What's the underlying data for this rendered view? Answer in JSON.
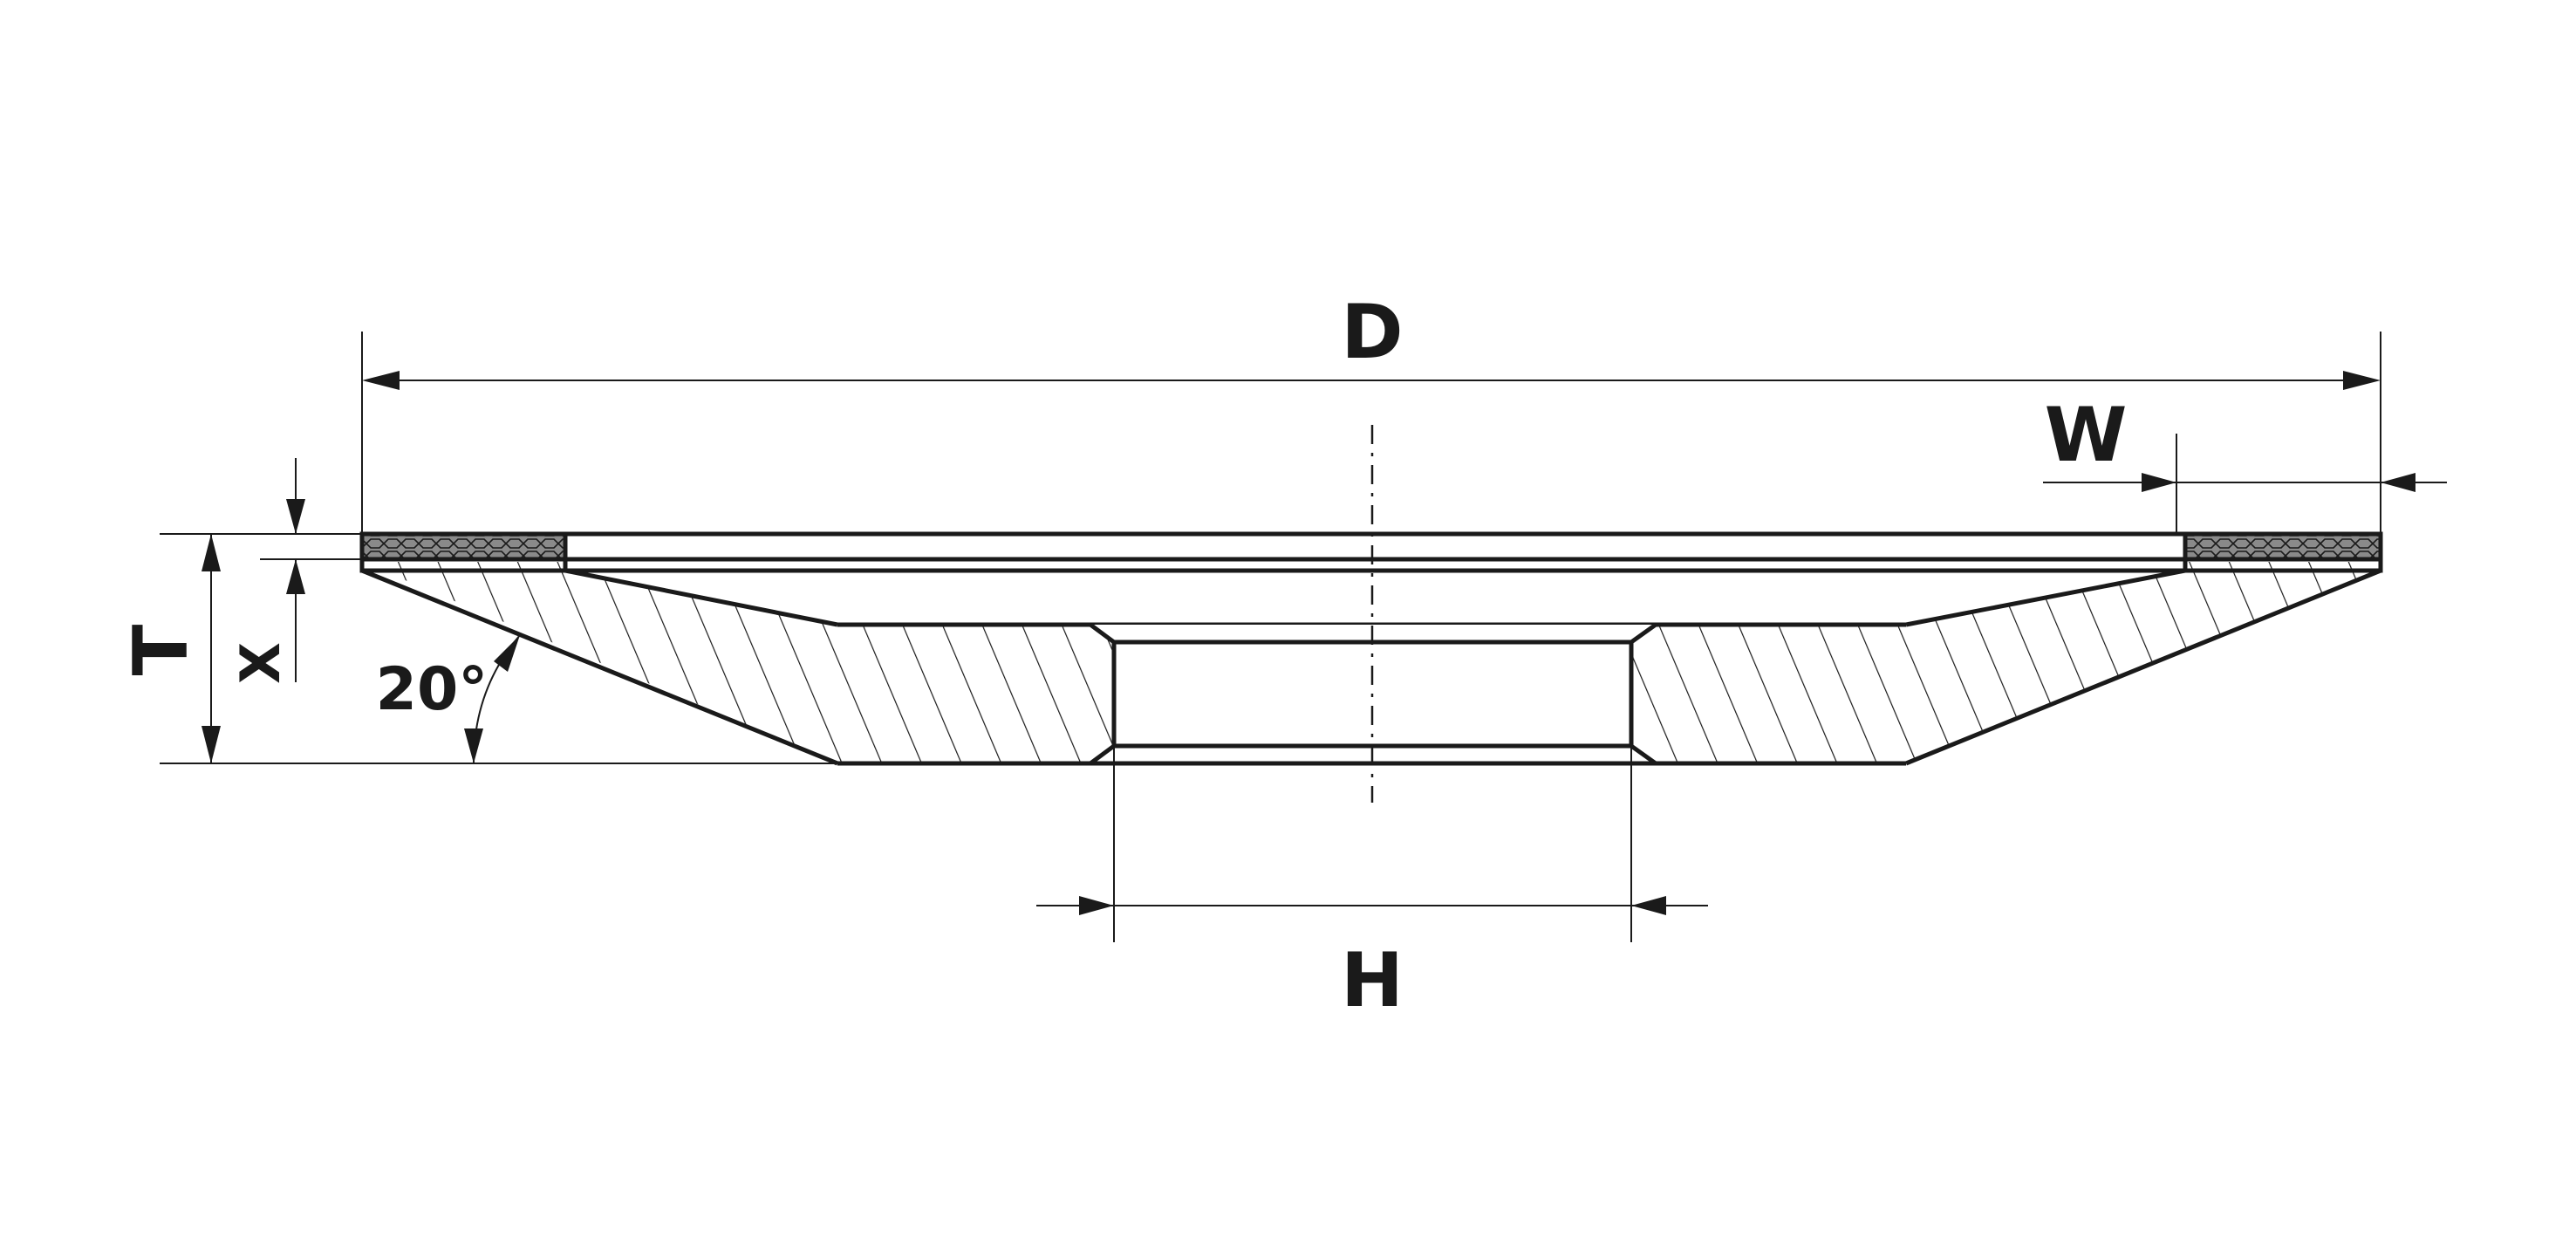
{
  "diagram": {
    "labels": {
      "diameter": "D",
      "rim_width": "W",
      "thickness": "T",
      "layer_depth": "X",
      "bore": "H",
      "angle": "20°"
    },
    "colors": {
      "line": "#1a1a1a",
      "abrasive_fill": "#8a8a8a",
      "background": "#ffffff"
    }
  }
}
